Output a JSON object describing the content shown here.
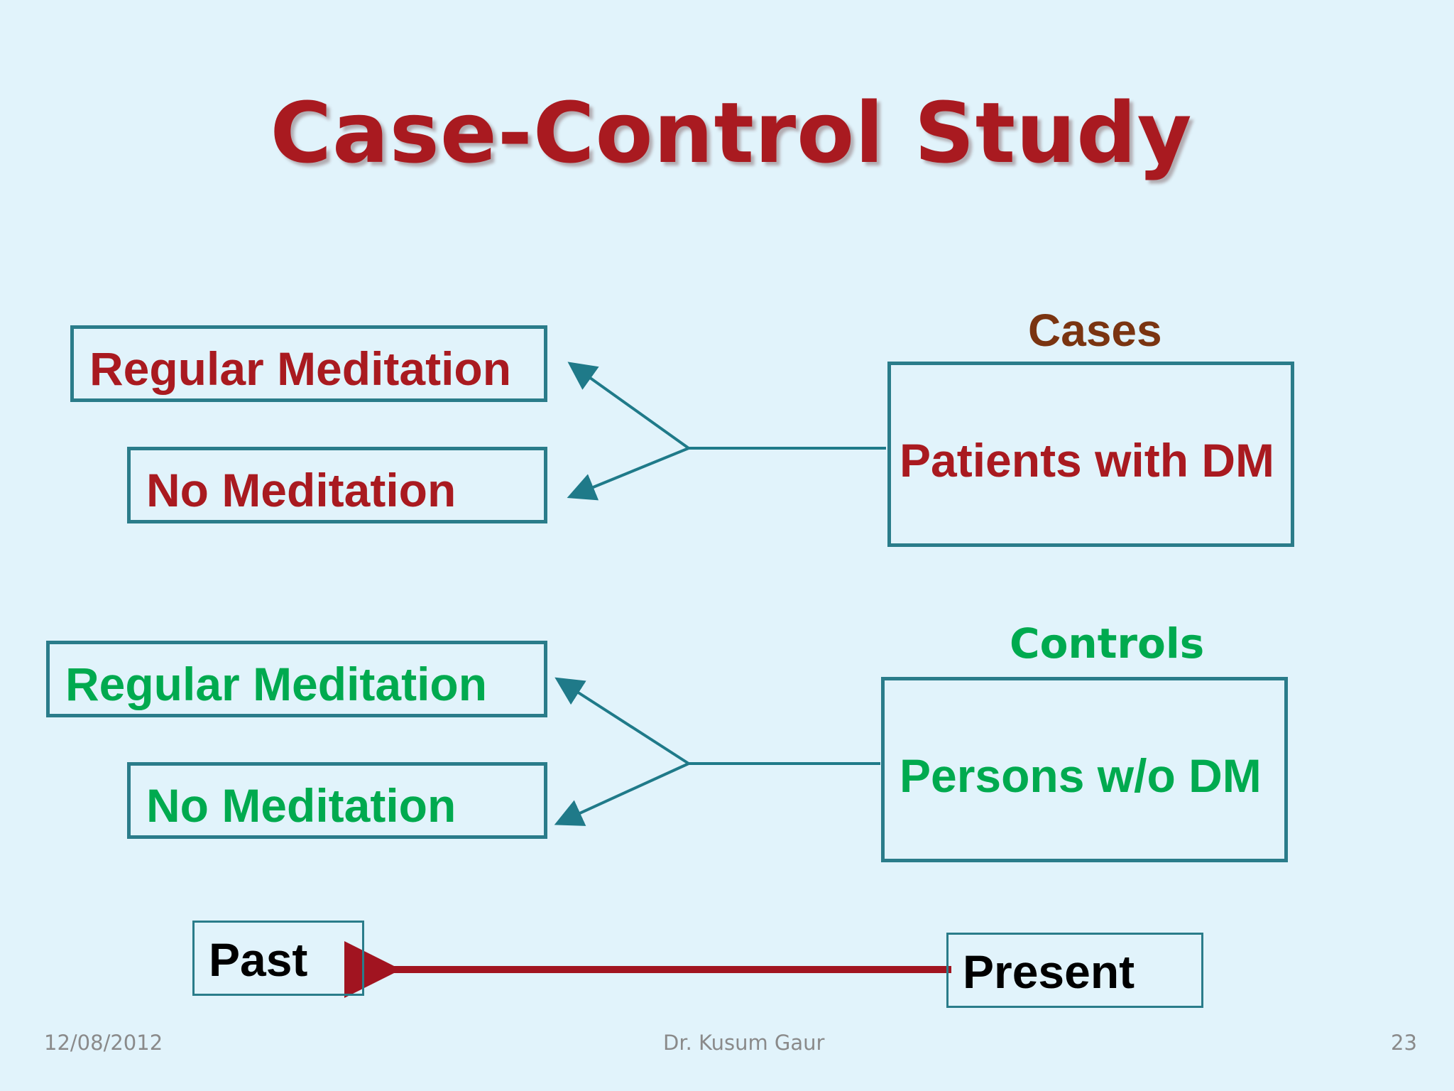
{
  "slide": {
    "title": "Case-Control Study"
  },
  "cases": {
    "heading": "Cases",
    "group_label": "Patients with DM",
    "exposures": [
      "Regular Meditation",
      "No Meditation"
    ]
  },
  "controls": {
    "heading": "Controls",
    "group_label": "Persons w/o DM",
    "exposures": [
      "Regular Meditation",
      "No Meditation"
    ]
  },
  "timeline": {
    "past_label": "Past",
    "present_label": "Present"
  },
  "footer": {
    "date": "12/08/2012",
    "author": "Dr. Kusum Gaur",
    "page": "23"
  },
  "colors": {
    "background": "#e1f3fb",
    "title": "#a91a20",
    "cases_heading": "#7a3411",
    "cases_text": "#a91a20",
    "controls_text": "#00aa4f",
    "box_border": "#2a7c8a",
    "arrow": "#1f7a89",
    "timeline_arrow": "#a11420"
  }
}
